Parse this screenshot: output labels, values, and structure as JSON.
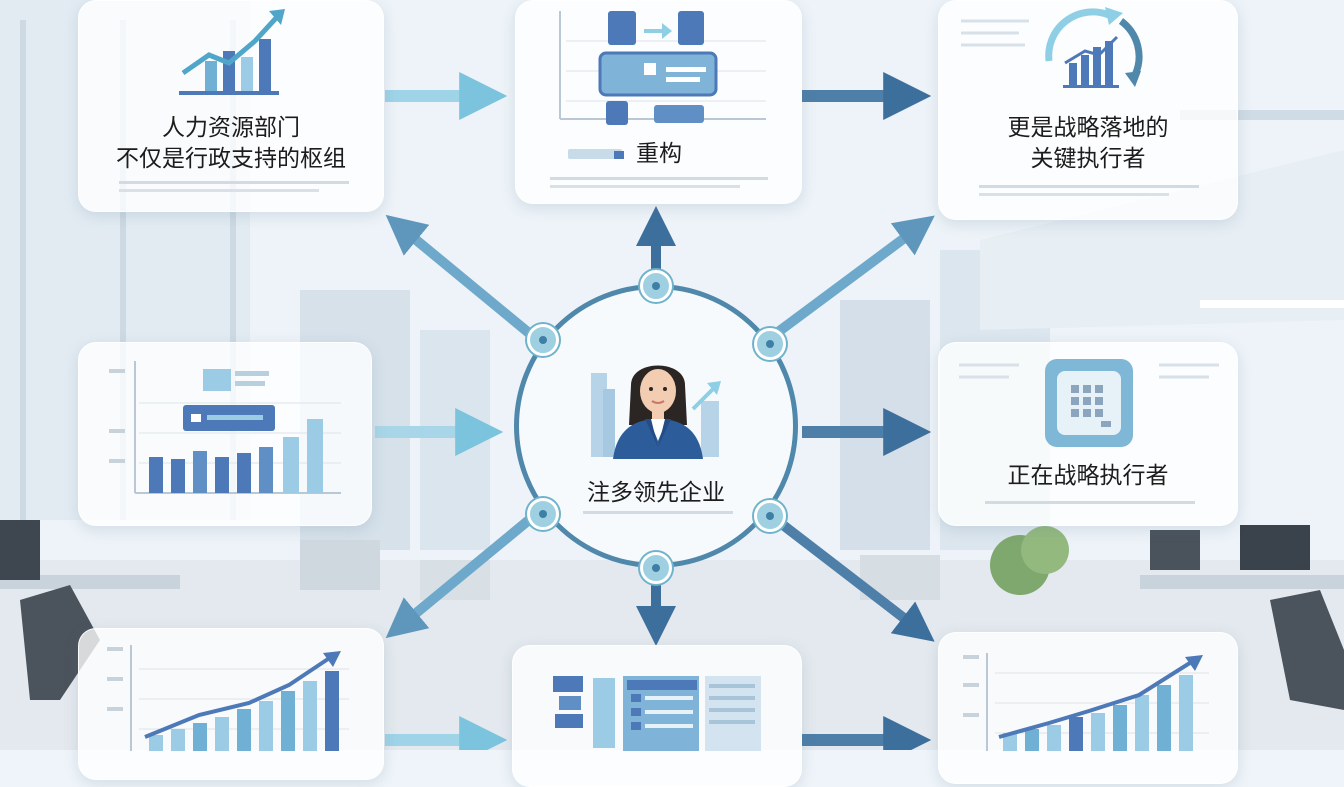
{
  "cards": {
    "top_left": {
      "line1": "人力资源部门",
      "line2": "不仅是行政支持的枢组"
    },
    "top_center": {
      "line1": "重构"
    },
    "top_right": {
      "line1": "更是战略落地的",
      "line2": "关键执行者"
    },
    "middle_right": {
      "line1": "正在战略执行者"
    }
  },
  "hub": {
    "label": "注多领先企业"
  },
  "colors": {
    "accent": "#4f88ab",
    "arrow_light": "#8ecfe6",
    "arrow_dark": "#3d6f9c",
    "node": "#9fd0e2",
    "bar_blue": "#4d79b8",
    "bar_light": "#9ccbe6"
  },
  "icons": [
    "growth-chart-icon",
    "process-flow-icon",
    "cycle-chart-icon",
    "calculator-icon",
    "person-avatar-icon"
  ]
}
